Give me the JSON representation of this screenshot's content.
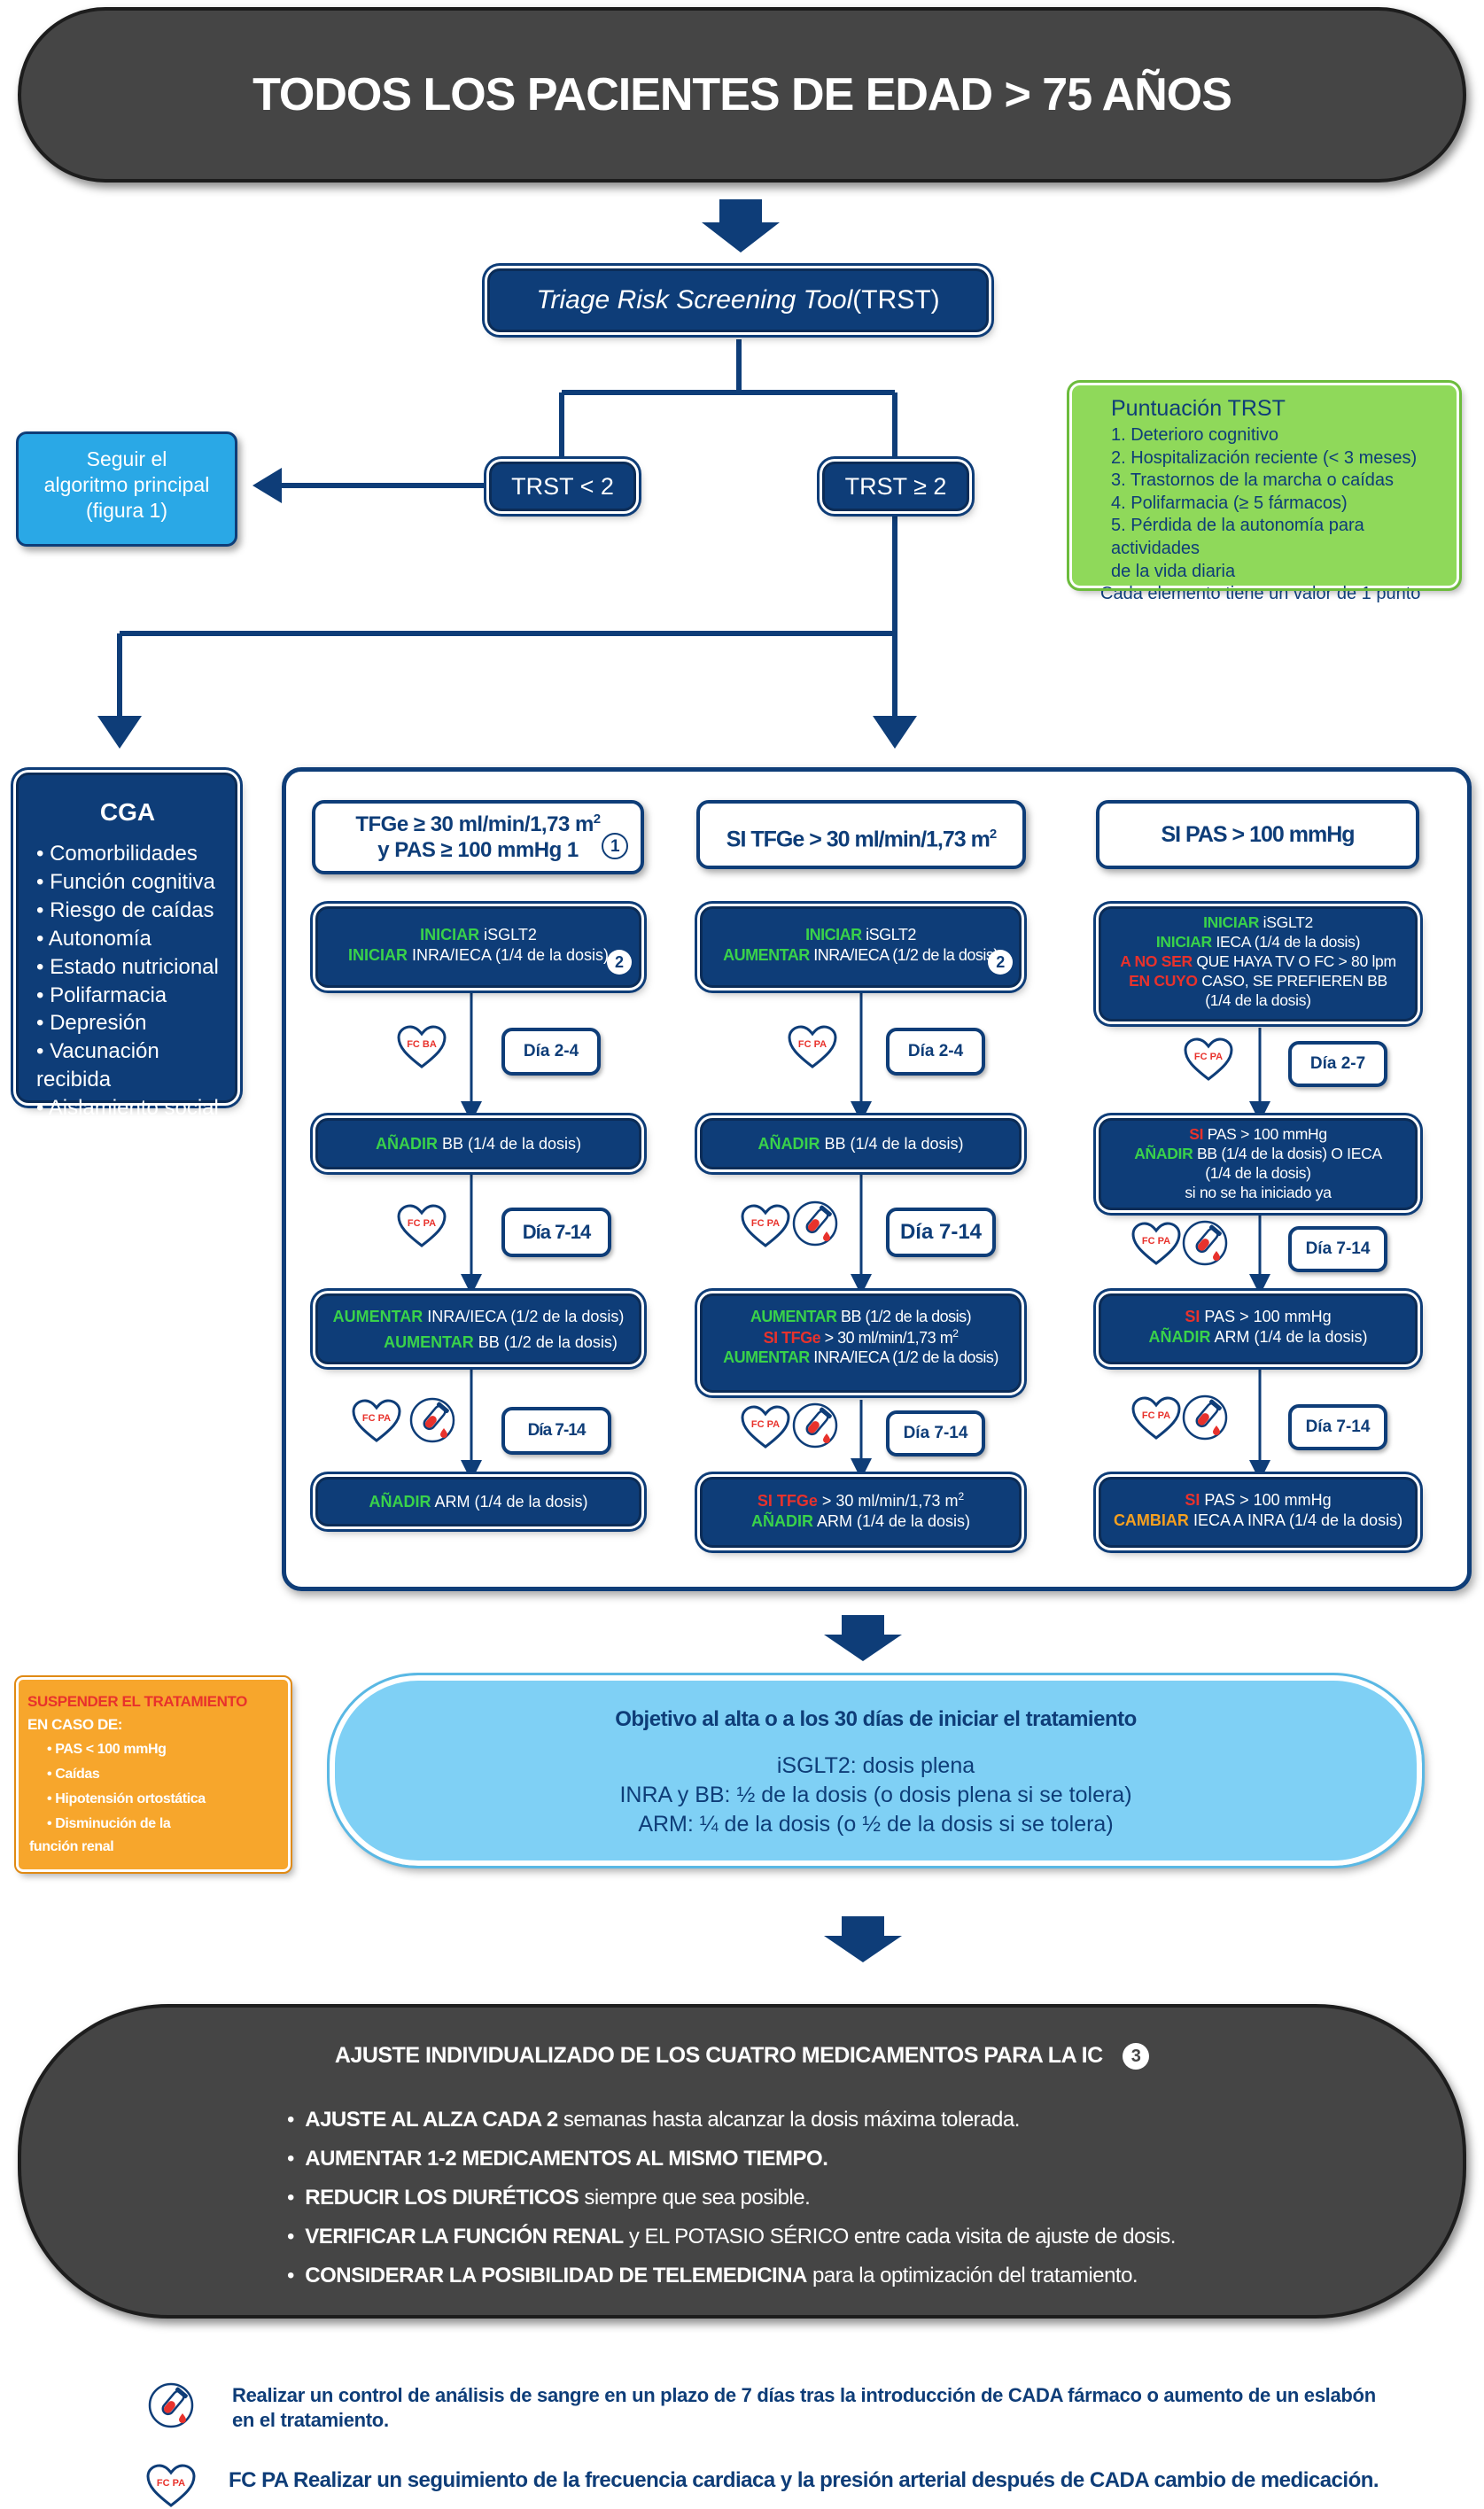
{
  "title": "TODOS LOS PACIENTES DE EDAD > 75 AÑOS",
  "trst_box": {
    "italic": "Triage Risk Screening Tool",
    "rest": " (TRST)"
  },
  "trst_lt2": "TRST < 2",
  "trst_ge2": "TRST ≥ 2",
  "seguir": [
    "Seguir el",
    "algoritmo principal",
    "(figura 1)"
  ],
  "puntuacion": {
    "title": "Puntuación TRST",
    "items": [
      "1. Deterioro cognitivo",
      "2. Hospitalización reciente (< 3 meses)",
      "3. Trastornos de la marcha o caídas",
      "4. Polifarmacia (≥ 5 fármacos)",
      "5. Pérdida de la autonomía para actividades",
      "de la vida diaria"
    ],
    "footer": "Cada elemento tiene un valor de 1 punto"
  },
  "cga": {
    "title": "CGA",
    "items": [
      "Comorbilidades",
      "Función cognitiva",
      "Riesgo de caídas",
      "Autonomía",
      "Estado nutricional",
      "Polifarmacia",
      "Depresión",
      "Vacunación recibida",
      "Aislamiento social"
    ]
  },
  "col1": {
    "header": [
      "TFGe ≥ 30 ml/min/1,73 m",
      "2",
      "y PAS ≥ 100 mmHg 1"
    ],
    "header_num": "1",
    "b1": {
      "l1g": "INICIAR",
      "l1w": " iSGLT2",
      "l2g": "INICIAR",
      "l2w": " INRA/IECA (1/4 de la dosis)",
      "num": "2"
    },
    "day1": "Día 2-4",
    "heart1": "FC BA",
    "b2": {
      "g": "AÑADIR",
      "w": " BB (1/4 de la dosis)"
    },
    "day2": "Día 7-14",
    "heart2": "FC PA",
    "b3": {
      "l1g": "AUMENTAR",
      "l1w": " INRA/IECA (1/2 de la dosis)",
      "l2g": "AUMENTAR",
      "l2w": " BB (1/2 de la dosis)"
    },
    "day3": "Día 7-14",
    "heart3": "FC PA",
    "b4": {
      "g": "AÑADIR",
      "w": " ARM (1/4 de la dosis)"
    }
  },
  "col2": {
    "header": [
      "SI TFGe > 30 ml/min/1,73 m",
      "2"
    ],
    "b1": {
      "l1g": "INICIAR",
      "l1w": " iSGLT2",
      "l2g": "AUMENTAR",
      "l2w": " INRA/IECA (1/2 de la dosis)",
      "num": "2"
    },
    "day1": "Día 2-4",
    "heart1": "FC PA",
    "b2": {
      "g": "AÑADIR",
      "w": " BB (1/4 de la dosis)"
    },
    "day2": "Día 7-14",
    "heart2": "FC PA",
    "b3": {
      "l1g": "AUMENTAR",
      "l1w": " BB (1/2 de la dosis)",
      "l2r": "SI TFGe",
      "l2w": " > 30 ml/min/1,73 m",
      "l2sup": "2",
      "l3g": "AUMENTAR",
      "l3w": " INRA/IECA (1/2 de la dosis)"
    },
    "day3": "Día 7-14",
    "heart3": "FC PA",
    "b4": {
      "l1r": "SI TFGe",
      "l1w": " > 30 ml/min/1,73 m",
      "l1sup": "2",
      "l2g": "AÑADIR",
      "l2w": " ARM (1/4 de la dosis)"
    }
  },
  "col3": {
    "header": "SI PAS > 100 mmHg",
    "b1": {
      "l1g": "INICIAR",
      "l1w": " iSGLT2",
      "l2g": "INICIAR",
      "l2w": " IECA (1/4 de la dosis)",
      "l3r": "A NO SER",
      "l3w": " QUE HAYA TV O FC > 80 lpm",
      "l4r": "EN CUYO",
      "l4w": " CASO, SE PREFIEREN BB",
      "l5w": "(1/4 de la dosis)"
    },
    "day1": "Día 2-7",
    "heart1": "FC PA",
    "b2": {
      "l1r": "SI",
      "l1w": " PAS > 100 mmHg",
      "l2g": "AÑADIR",
      "l2w": " BB (1/4 de la dosis) O IECA",
      "l3w": "(1/4 de la dosis)",
      "l4w": "si no se ha iniciado ya"
    },
    "day2": "Día 7-14",
    "heart2": "FC PA",
    "b3": {
      "l1r": "SI",
      "l1w": " PAS > 100 mmHg",
      "l2g": "AÑADIR",
      "l2w": " ARM (1/4 de la dosis)"
    },
    "day3": "Día 7-14",
    "heart3": "FC PA",
    "b4": {
      "l1r": "SI",
      "l1w": " PAS > 100 mmHg",
      "l2o": "CAMBIAR",
      "l2w": " IECA A INRA (1/4 de la dosis)"
    }
  },
  "suspender": {
    "title": "SUSPENDER EL TRATAMIENTO",
    "subtitle": "EN CASO DE:",
    "items": [
      "PAS < 100 mmHg",
      "Caídas",
      "Hipotensión ortostática",
      "Disminución de la"
    ],
    "last": "función renal"
  },
  "objetivo": {
    "title": "Objetivo al alta o a los 30 días de iniciar el tratamiento",
    "lines": [
      "iSGLT2: dosis plena",
      "INRA y BB: ½ de la dosis (o dosis plena si se tolera)",
      "ARM: ¼ de la dosis (o ½ de la dosis si se tolera)"
    ]
  },
  "ajuste": {
    "title": "AJUSTE INDIVIDUALIZADO DE LOS CUATRO MEDICAMENTOS PARA LA IC",
    "num": "3",
    "items": [
      {
        "b": "AJUSTE AL ALZA CADA 2",
        "n": " semanas hasta alcanzar la dosis máxima tolerada."
      },
      {
        "b": "AUMENTAR 1-2 MEDICAMENTOS AL MISMO TIEMPO.",
        "n": ""
      },
      {
        "b": "REDUCIR LOS DIURÉTICOS",
        "n": " siempre que sea posible."
      },
      {
        "b": "VERIFICAR LA FUNCIÓN RENAL",
        "n": " y EL POTASIO SÉRICO entre cada visita de ajuste de dosis."
      },
      {
        "b": "CONSIDERAR LA POSIBILIDAD DE TELEMEDICINA",
        "n": " para la optimización del tratamiento."
      }
    ]
  },
  "legend": {
    "blood": [
      "Realizar un control de análisis de sangre en un plazo de 7 días tras la introducción de CADA fármaco o aumento de un eslabón",
      "en el tratamiento."
    ],
    "heart_label": "FC PA",
    "fcpa": "FC PA Realizar un seguimiento de la frecuencia cardiaca y la presión arterial después de CADA cambio de medicación."
  },
  "colors": {
    "navy": "#0e3d78",
    "dark": "#454545",
    "green_box": "#8fd95a",
    "orange_box": "#f7a62c",
    "light_blue": "#7fd0f5",
    "green_text": "#39d24a",
    "red_text": "#e8322c"
  }
}
